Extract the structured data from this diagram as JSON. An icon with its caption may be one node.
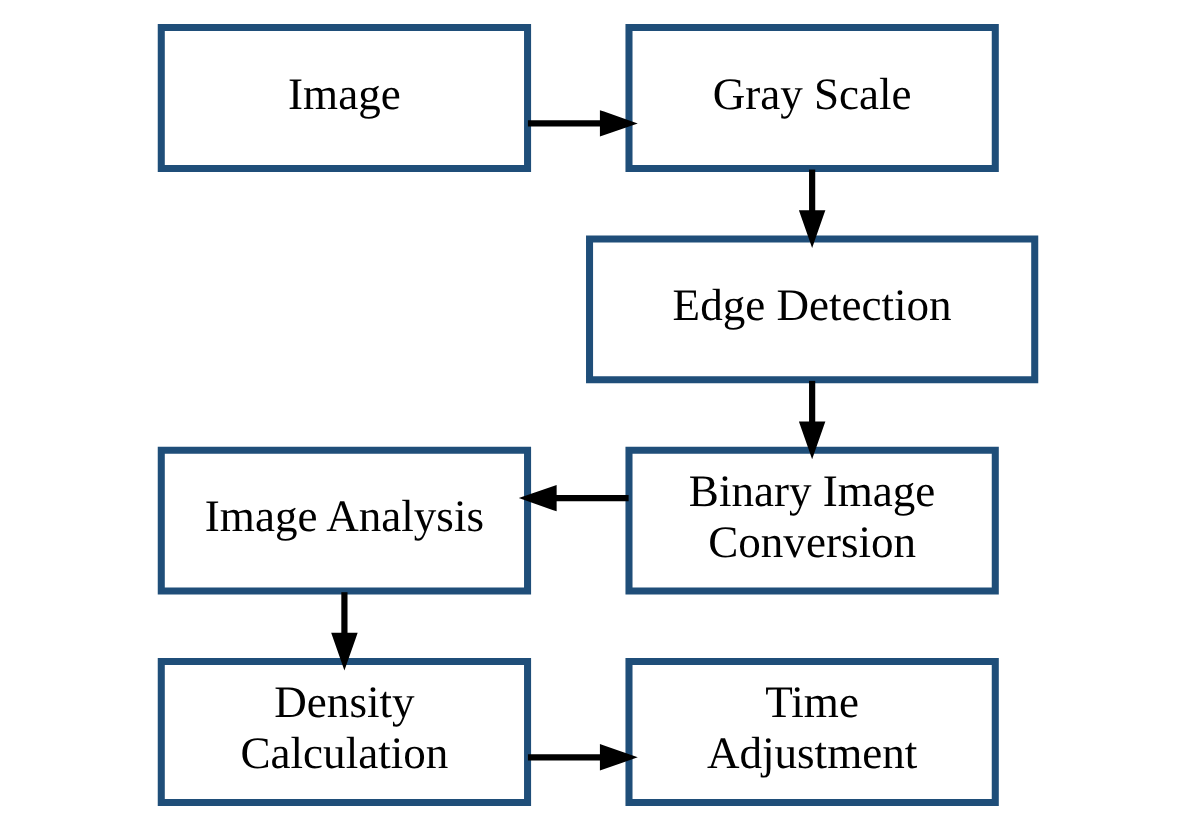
{
  "diagram": {
    "nodes": [
      {
        "text": [
          "Image"
        ]
      },
      {
        "text": [
          "Gray Scale"
        ]
      },
      {
        "text": [
          "Edge Detection"
        ]
      },
      {
        "text": [
          "Binary Image Conversion"
        ]
      },
      {
        "text": [
          "Image Analysis"
        ]
      },
      {
        "text": [
          "Density Calculation"
        ]
      },
      {
        "text": [
          "Time Adjustment"
        ]
      }
    ],
    "edges": [
      {
        "from": 0,
        "to": 1,
        "arrow": "to"
      },
      {
        "from": 1,
        "to": 2,
        "arrow": "to"
      },
      {
        "from": 2,
        "to": 3,
        "arrow": "to"
      },
      {
        "from": 3,
        "to": 4,
        "arrow": "to"
      },
      {
        "from": 4,
        "to": 5,
        "arrow": "to"
      },
      {
        "from": 5,
        "to": 6,
        "arrow": "to"
      }
    ]
  }
}
